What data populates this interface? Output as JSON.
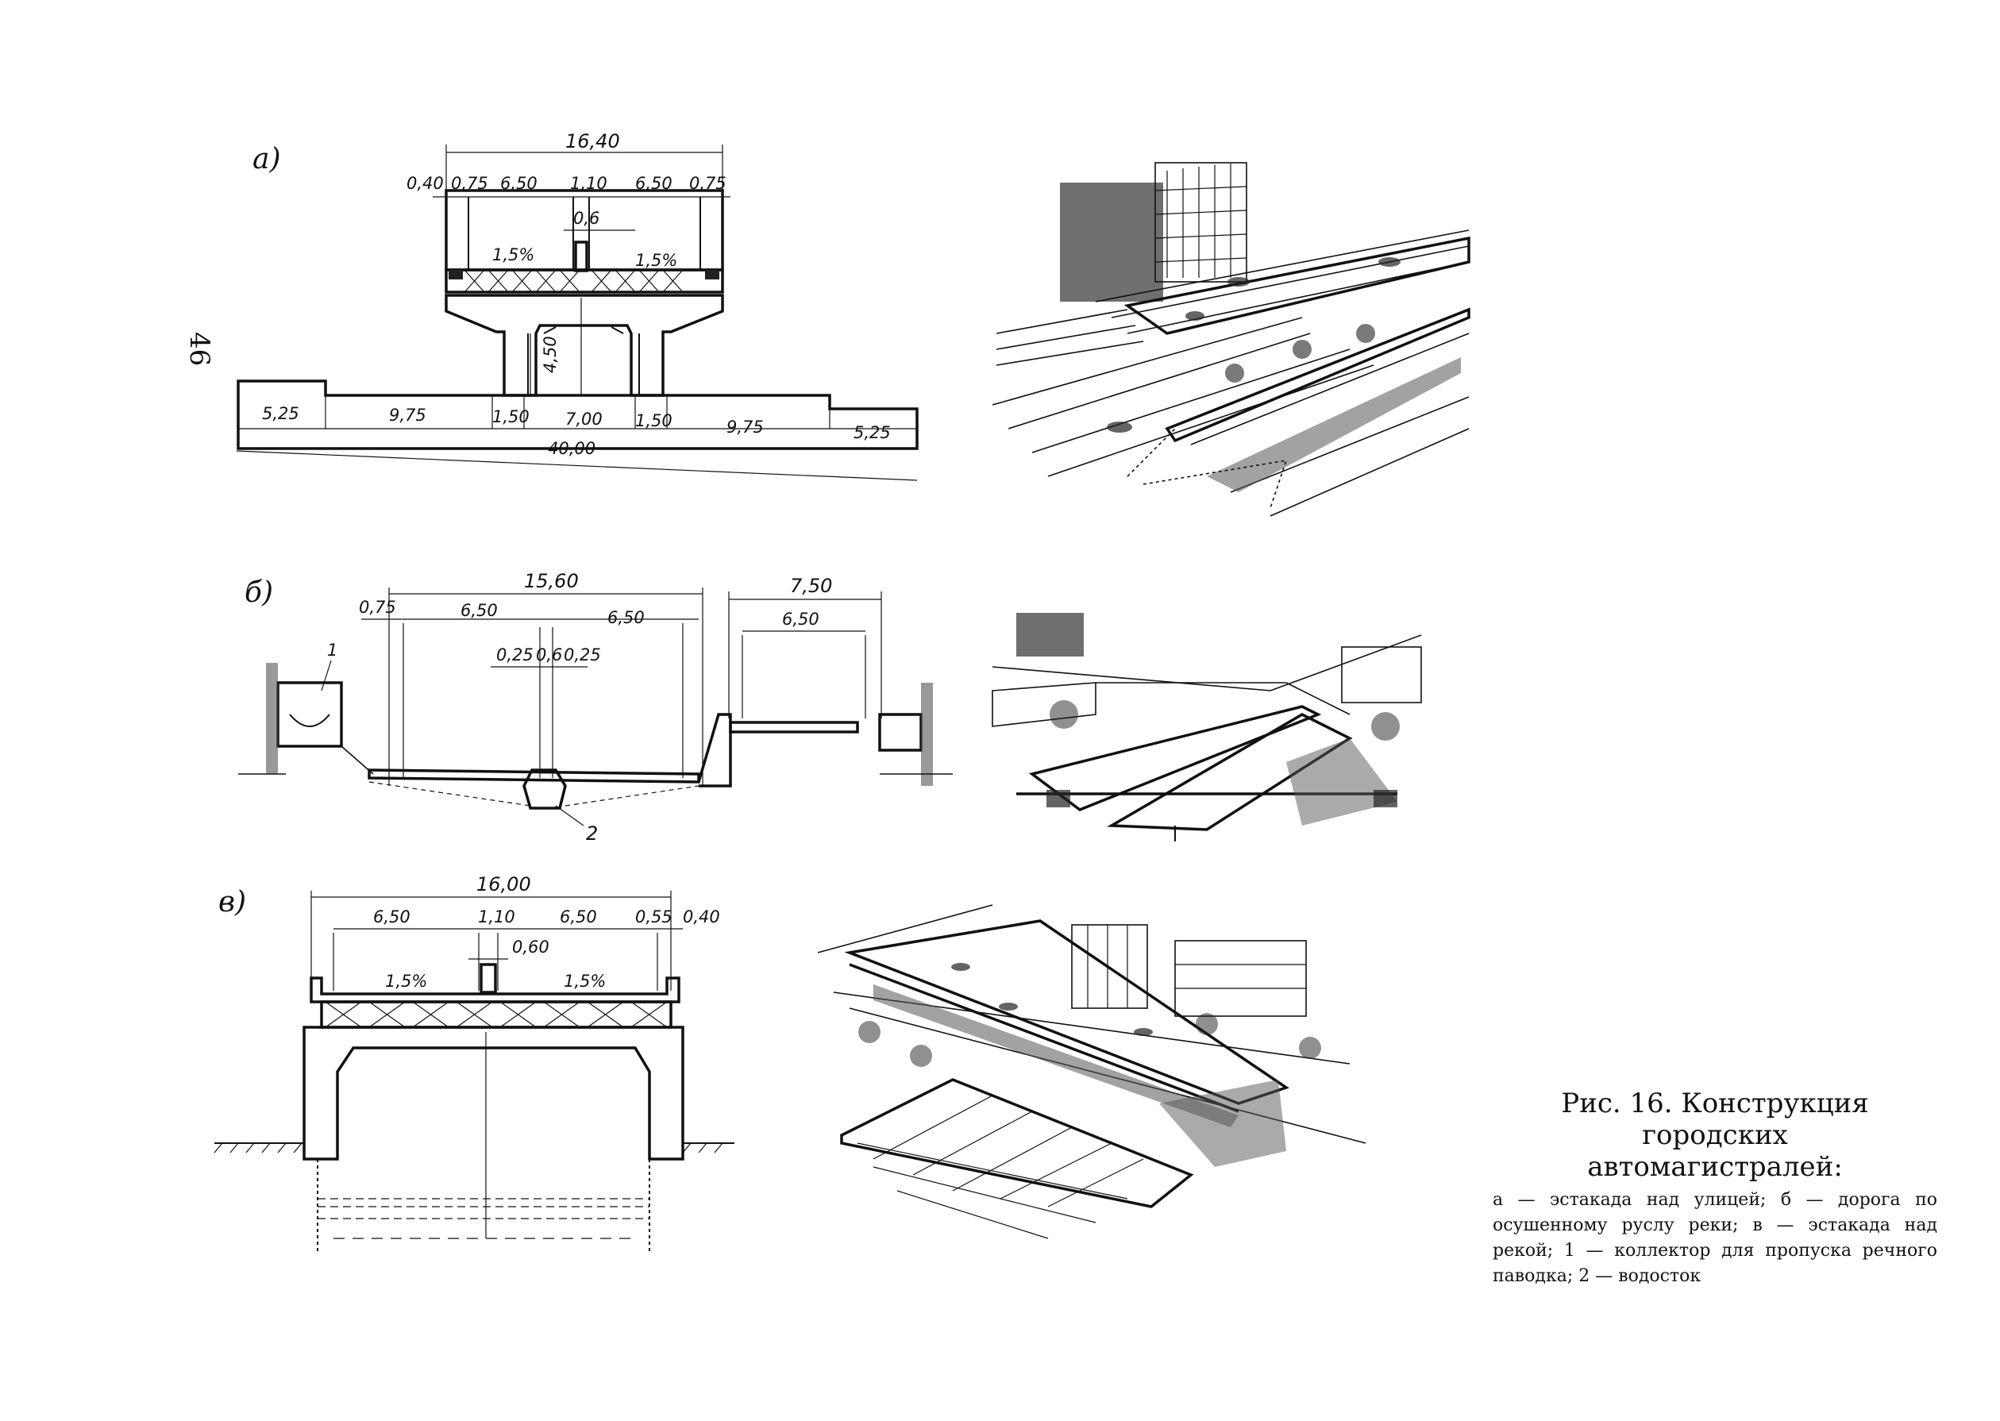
{
  "page_number": "46",
  "panels": {
    "a": {
      "label": "а)",
      "dims": {
        "total_width": "16,40",
        "d040": "0,40",
        "d075l": "0,75",
        "d650l": "6,50",
        "d110": "1,10",
        "d650r": "6,50",
        "d075r": "0,75",
        "d06": "0,6",
        "slope_l": "1,5%",
        "slope_r": "1,5%",
        "height": "4,50",
        "g525l": "5,25",
        "g975l": "9,75",
        "g150l": "1,50",
        "g700": "7,00",
        "g150r": "1,50",
        "g975r": "9,75",
        "g525r": "5,25",
        "g_total": "40,00"
      }
    },
    "b": {
      "label": "б)",
      "dims": {
        "total_width": "15,60",
        "d075": "0,75",
        "d650l": "6,50",
        "d650r": "6,50",
        "d025l": "0,25",
        "d06": "0,6",
        "d025r": "0,25",
        "side_total": "7,50",
        "side_650": "6,50"
      },
      "callouts": {
        "one": "1",
        "two": "2"
      }
    },
    "c": {
      "label": "в)",
      "dims": {
        "total_width": "16,00",
        "d650l": "6,50",
        "d110": "1,10",
        "d650r": "6,50",
        "d055": "0,55",
        "d040": "0,40",
        "d060": "0,60",
        "slope_l": "1,5%",
        "slope_r": "1,5%"
      }
    }
  },
  "caption": {
    "title_line1": "Рис. 16. Конструкция городских",
    "title_line2": "автомагистралей:",
    "body": "а — эстакада над улицей; б — дорога по осушенному руслу реки; в — эстакада над рекой; 1 — коллектор для пропуска речного паводка; 2 — водосток"
  }
}
